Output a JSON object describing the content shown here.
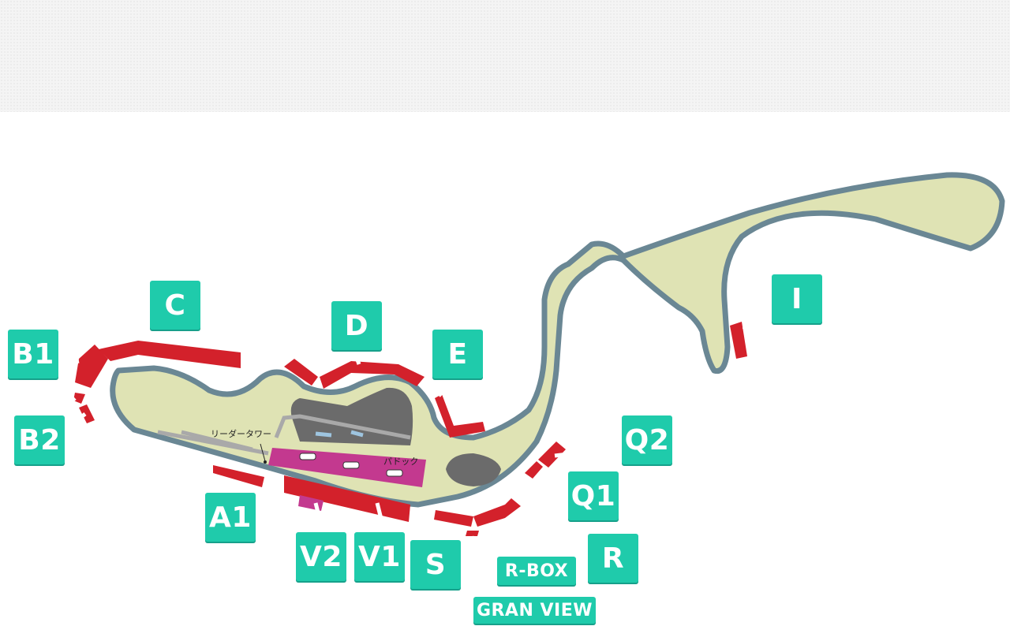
{
  "map_labels": {
    "leader_tower": "リーダータワー",
    "paddock": "パドック"
  },
  "stands": {
    "A1": "A1",
    "B1": "B1",
    "B2": "B2",
    "C": "C",
    "D": "D",
    "E": "E",
    "I": "I",
    "Q1": "Q1",
    "Q2": "Q2",
    "R": "R",
    "S": "S",
    "V1": "V1",
    "V2": "V2",
    "R_BOX": "R-BOX",
    "GRAN_VIEW": "GRAN VIEW"
  },
  "colors": {
    "accent": "#1fcbab",
    "stand": "#d3212b",
    "infield": "#dfe3b4",
    "track_outline": "#6a8794",
    "paddock": "#c3398f",
    "building": "#6b6b6b"
  }
}
